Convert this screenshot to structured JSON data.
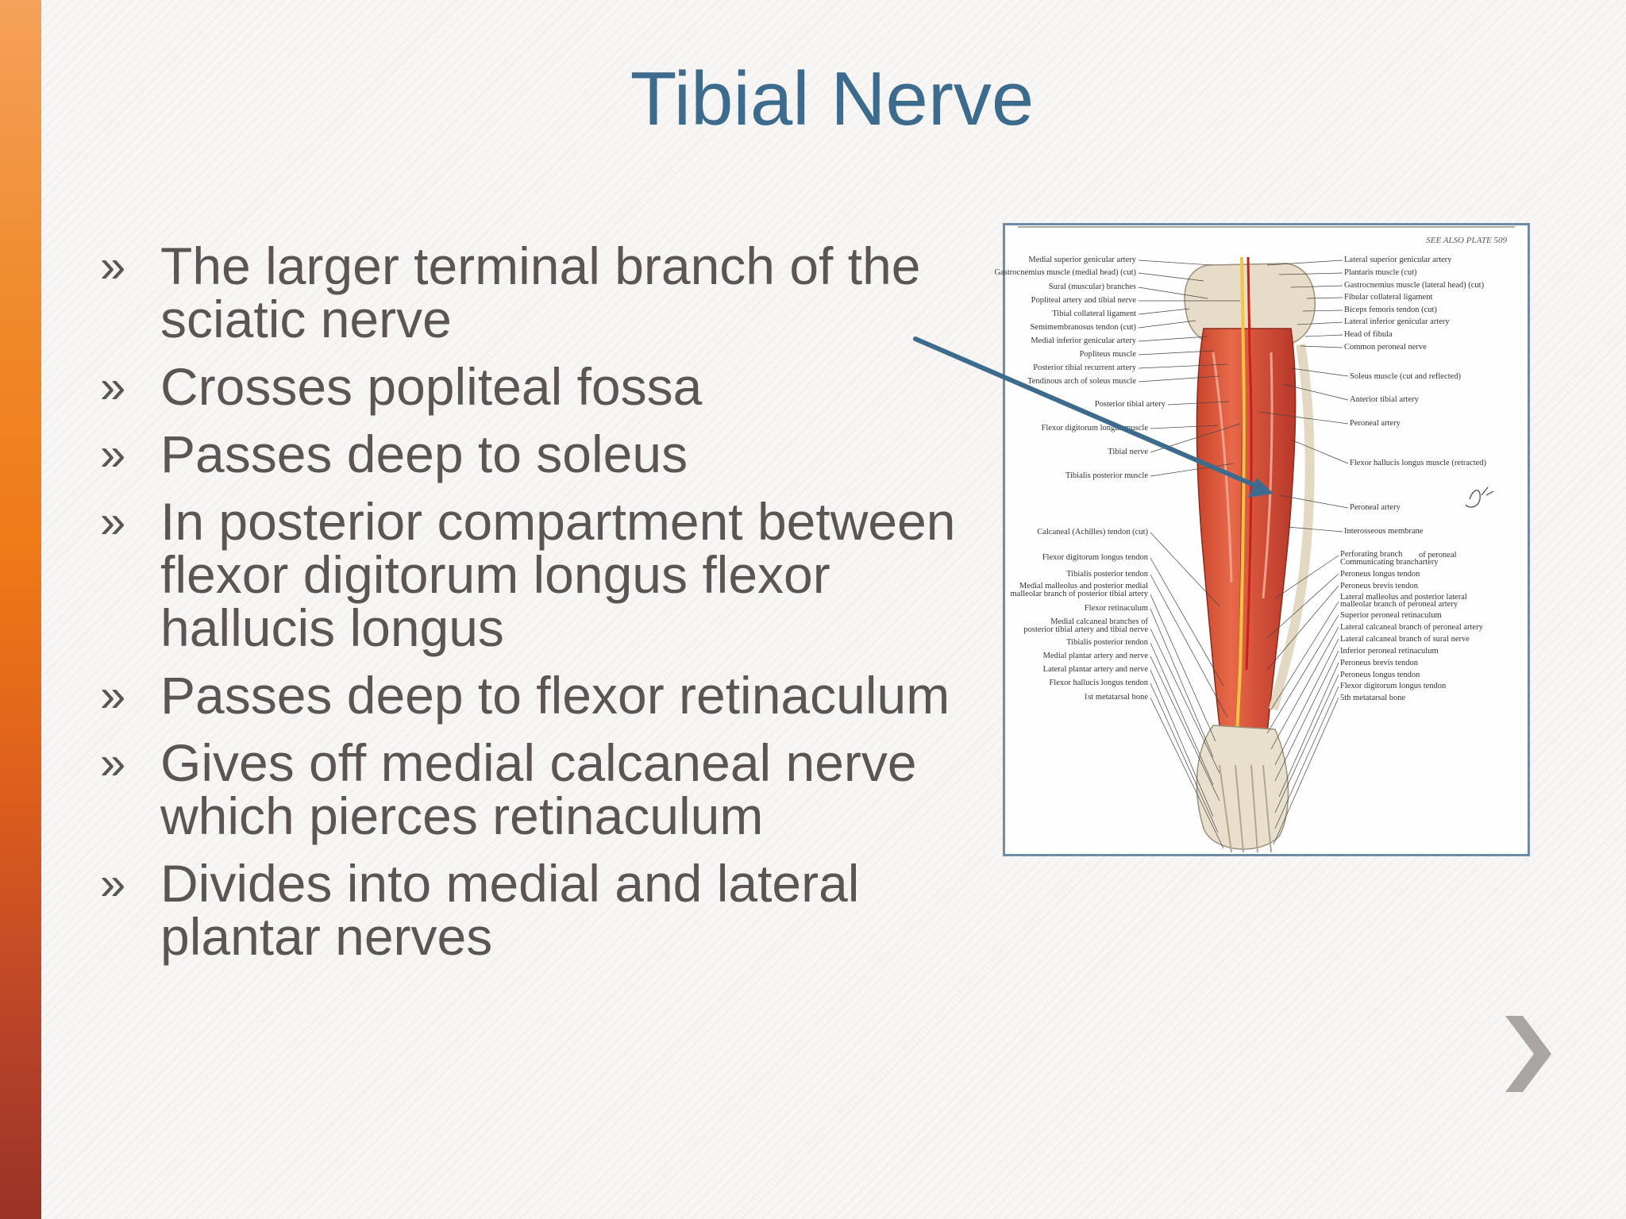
{
  "slide": {
    "title": "Tibial Nerve",
    "bullet_marker": "»",
    "bullets": [
      "The larger terminal branch of the sciatic nerve",
      "Crosses popliteal fossa",
      "Passes deep to soleus",
      "In posterior compartment between flexor digitorum longus flexor hallucis longus",
      "Passes deep to flexor retinaculum",
      "Gives off medial calcaneal nerve which pierces retinaculum",
      "Divides into medial and lateral plantar nerves"
    ]
  },
  "figure": {
    "plate_ref": "SEE ALSO PLATE 509",
    "left_labels": [
      "Medial superior genicular artery",
      "Gastrocnemius muscle (medial head) (cut)",
      "Sural (muscular) branches",
      "Popliteal artery and tibial nerve",
      "Tibial collateral ligament",
      "Semimembranosus tendon (cut)",
      "Medial inferior genicular artery",
      "Popliteus muscle",
      "Posterior tibial recurrent artery",
      "Tendinous arch of soleus muscle",
      "Posterior tibial artery",
      "Flexor digitorum longus muscle",
      "Tibial nerve",
      "Tibialis posterior muscle",
      "Calcaneal (Achilles) tendon (cut)",
      "Flexor digitorum longus tendon",
      "Tibialis posterior tendon",
      "Medial malleolus and posterior medial",
      "malleolar branch of posterior tibial artery",
      "Flexor retinaculum",
      "Medial calcaneal branches of",
      "posterior tibial artery and tibial nerve",
      "Tibialis posterior tendon",
      "Medial plantar artery and nerve",
      "Lateral plantar artery and nerve",
      "Flexor hallucis longus tendon",
      "1st metatarsal bone"
    ],
    "right_labels": [
      "Lateral superior genicular artery",
      "Plantaris muscle (cut)",
      "Gastrocnemius muscle (lateral head) (cut)",
      "Fibular collateral ligament",
      "Biceps femoris tendon (cut)",
      "Lateral inferior genicular artery",
      "Head of fibula",
      "Common peroneal nerve",
      "Soleus muscle (cut and reflected)",
      "Anterior tibial artery",
      "Peroneal artery",
      "Flexor hallucis longus muscle (retracted)",
      "Peroneal artery",
      "Interosseous membrane",
      "Perforating branch",
      "Communicating branch",
      "of peroneal",
      "artery",
      "Peroneus longus tendon",
      "Peroneus brevis tendon",
      "Lateral malleolus and posterior lateral",
      "malleolar branch of peroneal artery",
      "Superior peroneal retinaculum",
      "Lateral calcaneal branch of peroneal artery",
      "Lateral calcaneal branch of sural nerve",
      "Inferior peroneal retinaculum",
      "Peroneus brevis tendon",
      "Peroneus longus tendon",
      "Flexor digitorum longus tendon",
      "5th metatarsal bone"
    ]
  },
  "colors": {
    "title": "#3d6b8e",
    "body_text": "#5b5553",
    "arrow": "#3d6b8e",
    "accent_bar_top": "#f4a25a",
    "accent_bar_bottom": "#9a3226",
    "next_chevron": "#a8a5a3"
  },
  "icons": {
    "next": "chevron-right-icon",
    "bullet": "double-angle-quote"
  }
}
